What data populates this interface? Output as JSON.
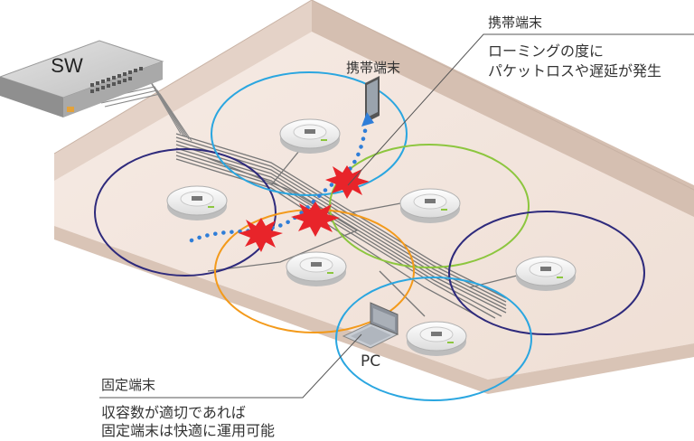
{
  "switch": {
    "label": "SW"
  },
  "mobile_device": {
    "label": "携帯端末"
  },
  "pc_device": {
    "label": "PC"
  },
  "callout_mobile": {
    "title": "携帯端末",
    "line1": "ローミングの度に",
    "line2": "パケットロスや遅延が発生"
  },
  "callout_fixed": {
    "title": "固定端末",
    "line1": "収容数が適切であれば",
    "line2": "固定端末は快適に運用可能"
  },
  "colors": {
    "floor": "#f2e4dc",
    "wall_side": "#d7c2b4",
    "coverage_navy": "#2e2a7c",
    "coverage_cyan": "#2aa6e0",
    "coverage_green": "#8cc63e",
    "coverage_orange": "#f39a1b",
    "burst": "#e8242a",
    "mobile_path": "#2f7ed8"
  },
  "icons": [
    "switch-icon",
    "access-point-icon",
    "smartphone-icon",
    "laptop-icon",
    "packet-loss-burst-icon"
  ]
}
